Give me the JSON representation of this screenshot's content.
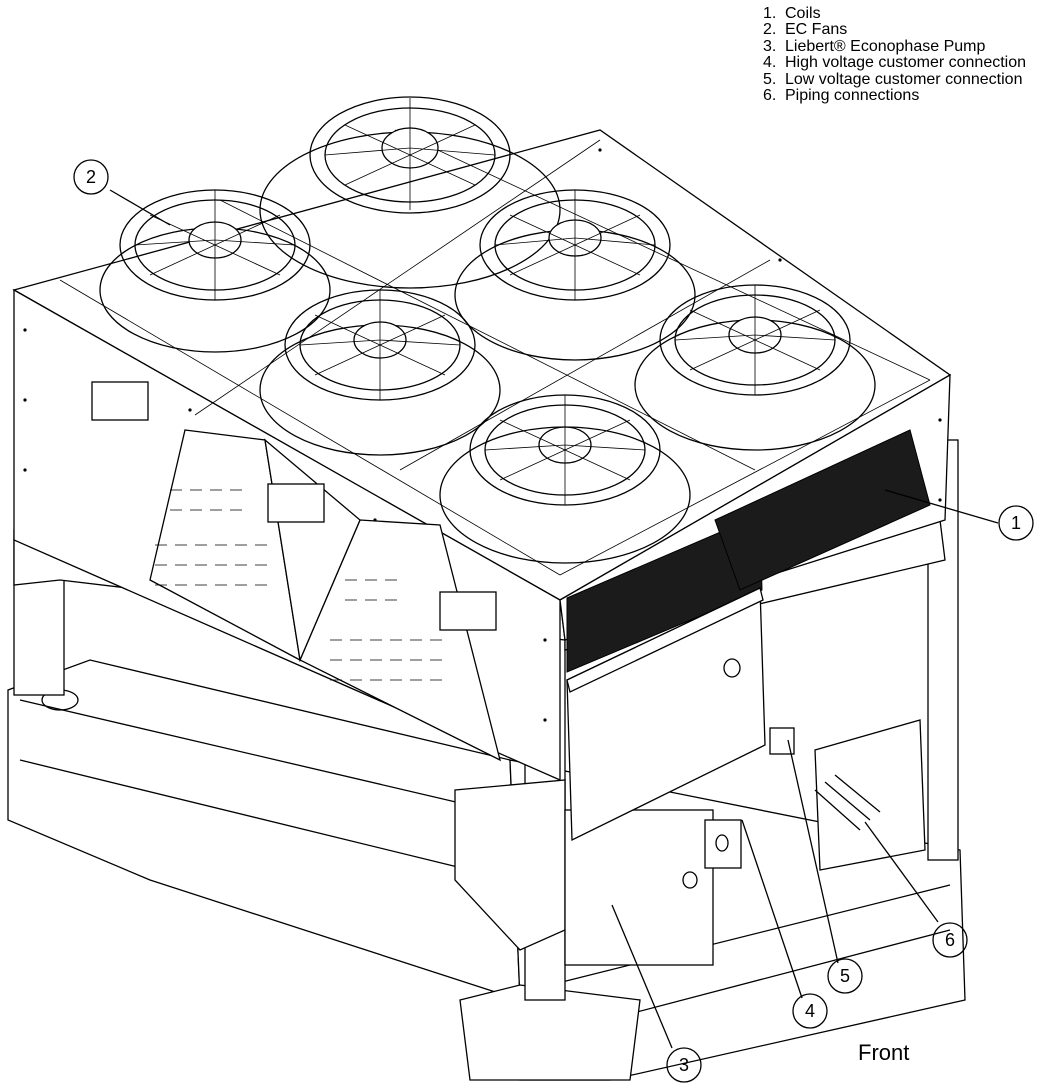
{
  "legend": [
    {
      "num": "1.",
      "label": "Coils"
    },
    {
      "num": "2.",
      "label": "EC Fans"
    },
    {
      "num": "3.",
      "label": "Liebert® Econophase Pump"
    },
    {
      "num": "4.",
      "label": "High voltage customer connection"
    },
    {
      "num": "5.",
      "label": "Low voltage customer connection"
    },
    {
      "num": "6.",
      "label": "Piping connections"
    }
  ],
  "callouts": [
    "1",
    "2",
    "3",
    "4",
    "5",
    "6"
  ],
  "front_label": "Front"
}
